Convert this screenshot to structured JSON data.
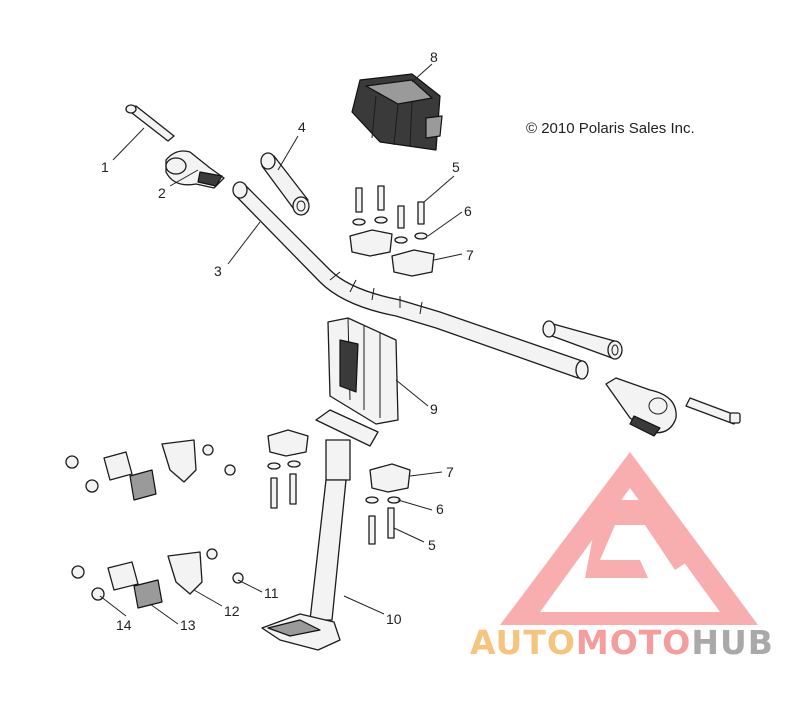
{
  "copyright": "© 2010 Polaris Sales Inc.",
  "callouts": [
    {
      "id": "c1",
      "label": "1"
    },
    {
      "id": "c2",
      "label": "2"
    },
    {
      "id": "c3",
      "label": "3"
    },
    {
      "id": "c4",
      "label": "4"
    },
    {
      "id": "c5a",
      "label": "5"
    },
    {
      "id": "c6a",
      "label": "6"
    },
    {
      "id": "c7a",
      "label": "7"
    },
    {
      "id": "c8",
      "label": "8"
    },
    {
      "id": "c9",
      "label": "9"
    },
    {
      "id": "c7b",
      "label": "7"
    },
    {
      "id": "c6b",
      "label": "6"
    },
    {
      "id": "c5b",
      "label": "5"
    },
    {
      "id": "c10",
      "label": "10"
    },
    {
      "id": "c11",
      "label": "11"
    },
    {
      "id": "c12",
      "label": "12"
    },
    {
      "id": "c13",
      "label": "13"
    },
    {
      "id": "c14",
      "label": "14"
    }
  ],
  "watermark": {
    "part_a": "AUTO",
    "part_b": "MOTO",
    "part_c": "HUB",
    "color_a": "#f5c580",
    "color_b": "#f59c9c",
    "color_c": "#a9a9a9",
    "logo_color": "#f7a0a0"
  }
}
